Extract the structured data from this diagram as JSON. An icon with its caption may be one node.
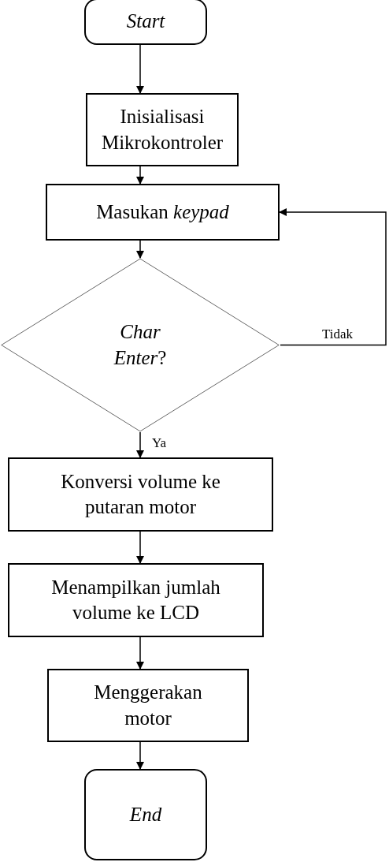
{
  "diagram": {
    "nodes": [
      {
        "text": [
          "Start"
        ]
      },
      {
        "text": [
          "Inisialisasi Mikrokontroler"
        ]
      },
      {
        "text": [
          "Masukan *keypad*"
        ]
      },
      {
        "text": [
          "*Char Enter*?"
        ]
      },
      {
        "text": [
          "Konversi volume ke putaran motor"
        ]
      },
      {
        "text": [
          "Menampilkan jumlah volume ke LCD"
        ]
      },
      {
        "text": [
          "Menggerakan motor"
        ]
      },
      {
        "text": [
          "End"
        ]
      }
    ],
    "edges": [
      {
        "from": 0,
        "to": 1,
        "arrow": "to"
      },
      {
        "from": 1,
        "to": 2,
        "arrow": "to"
      },
      {
        "from": 2,
        "to": 3,
        "arrow": "to"
      },
      {
        "from": 3,
        "to": 2,
        "arrow": "to",
        "label": "Tidak"
      },
      {
        "from": 3,
        "to": 4,
        "arrow": "to",
        "label": "Ya"
      },
      {
        "from": 4,
        "to": 5,
        "arrow": "to"
      },
      {
        "from": 5,
        "to": 6,
        "arrow": "to"
      },
      {
        "from": 6,
        "to": 7,
        "arrow": "to"
      }
    ]
  }
}
